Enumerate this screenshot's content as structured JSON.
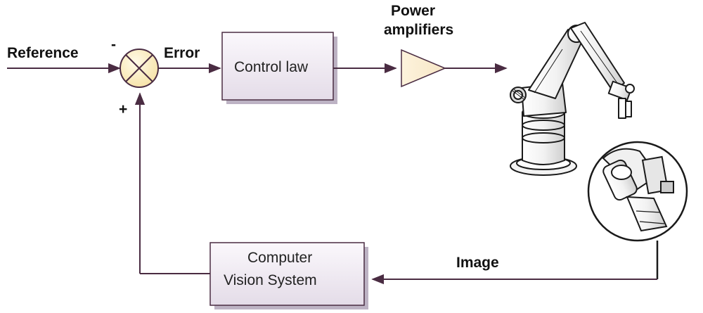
{
  "diagram": {
    "title": "",
    "inputs": {
      "reference": "Reference",
      "minus_sign": "-",
      "plus_sign": "+",
      "error": "Error"
    },
    "blocks": {
      "control_law": "Control law",
      "amplifier_line1": "Power",
      "amplifier_line2": "amplifiers",
      "vision_line1": "Computer",
      "vision_line2": "Vision System"
    },
    "signals": {
      "image": "Image"
    },
    "colors": {
      "signal_line": "#4a2c42",
      "block_fill_top": "#fbf8fc",
      "block_fill_bottom": "#e4dce8",
      "amplifier_fill": "#fdf3dc",
      "summing_fill": "#fdf1c8"
    }
  }
}
